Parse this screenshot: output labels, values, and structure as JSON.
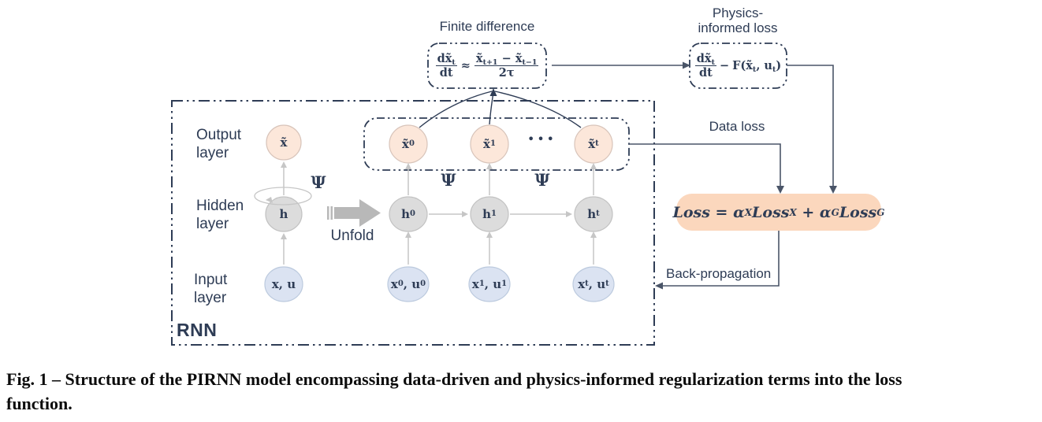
{
  "colors": {
    "navy": "#2e3c55",
    "node_pink_fill": "#fce7da",
    "node_pink_border": "#d8c4ba",
    "node_gray_fill": "#dcdcdc",
    "node_gray_border": "#c2c2c2",
    "node_blue_fill": "#dbe3f2",
    "node_blue_border": "#bccade",
    "loss_fill": "#fbd7bd",
    "arrow_gray": "#c6c6c6",
    "unfold_gray": "#b8b8b8"
  },
  "labels": {
    "finite_difference": "Finite difference",
    "physics_line1": "Physics-",
    "physics_line2": "informed loss",
    "data_loss": "Data loss",
    "back_propagation": "Back-propagation",
    "unfold": "Unfold",
    "rnn": "RNN",
    "psi": "Ψ",
    "dots": "•••",
    "output_layer_l1": "Output",
    "output_layer_l2": "layer",
    "hidden_layer_l1": "Hidden",
    "hidden_layer_l2": "layer",
    "input_layer_l1": "Input",
    "input_layer_l2": "layer"
  },
  "formulas": {
    "fd": {
      "num1_main": "dx̃",
      "num1_sub": "t",
      "den1": "dt",
      "rel": "≈",
      "num2_a": "x̃",
      "num2_a_sub": "t+1",
      "num2_op": "−",
      "num2_b": "x̃",
      "num2_b_sub": "t−1",
      "den2": "2τ"
    },
    "pi": {
      "num_main": "dx̃",
      "num_sub": "t",
      "den": "dt",
      "op": "−",
      "fn_open": "F(x̃",
      "fn_sub1": "t",
      "fn_mid": ", u",
      "fn_sub2": "t",
      "fn_close": ")"
    },
    "loss": {
      "t1": "Loss = α",
      "s1": "X",
      "t2": "Loss",
      "s2": "X",
      "t3": " + α",
      "s3": "G",
      "t4": "Loss",
      "s4": "G"
    }
  },
  "nodes": {
    "folded_output": {
      "main": "x̃"
    },
    "folded_hidden": {
      "main": "h"
    },
    "folded_input": {
      "main": "x, u"
    },
    "out0": {
      "main": "x̃",
      "sub": "0"
    },
    "out1": {
      "main": "x̃",
      "sub": "1"
    },
    "outt": {
      "main": "x̃",
      "sub": "t"
    },
    "h0": {
      "main": "h",
      "sub": "0"
    },
    "h1": {
      "main": "h",
      "sub": "1"
    },
    "ht": {
      "main": "h",
      "sub": "t"
    },
    "in0": {
      "a": "x",
      "a_sub": "0",
      "mid": ", u",
      "b_sub": "0"
    },
    "in1": {
      "a": "x",
      "a_sub": "1",
      "mid": ", u",
      "b_sub": "1"
    },
    "int": {
      "a": "x",
      "a_sub": "t",
      "mid": ", u",
      "b_sub": "t"
    }
  },
  "caption": {
    "line1": "Fig. 1 – Structure of the PIRNN model encompassing data-driven and physics-informed regularization terms into the loss",
    "line2": "function."
  }
}
